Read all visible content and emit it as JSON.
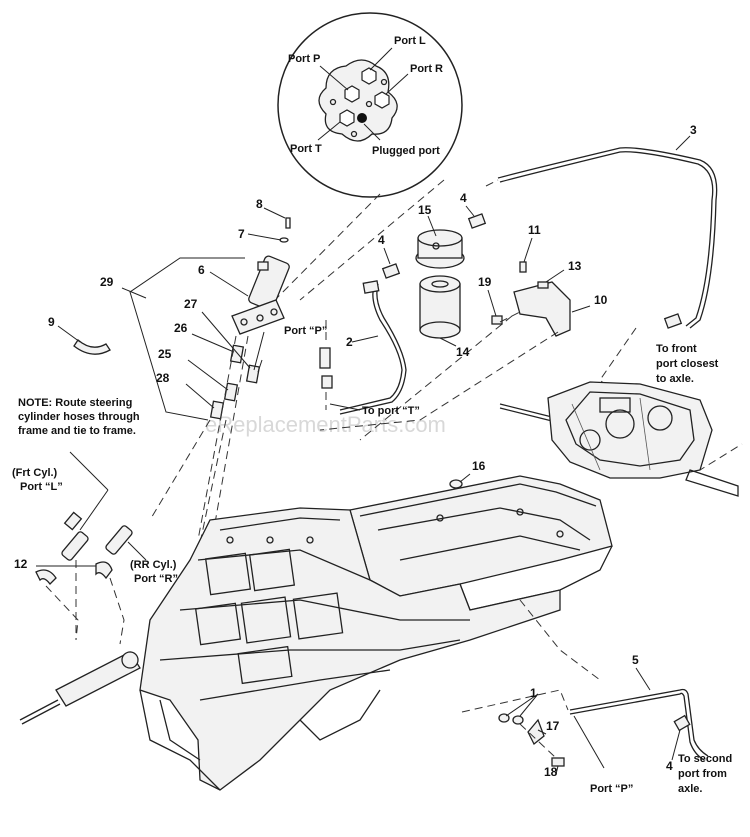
{
  "watermark": "eReplacementParts.com",
  "port_detail": {
    "port_p": "Port P",
    "port_l": "Port L",
    "port_r": "Port R",
    "port_t": "Port T",
    "plugged": "Plugged port"
  },
  "parts": {
    "p1": "1",
    "p2": "2",
    "p3": "3",
    "p4a": "4",
    "p4b": "4",
    "p4c": "4",
    "p5": "5",
    "p6": "6",
    "p7": "7",
    "p8": "8",
    "p9": "9",
    "p10": "10",
    "p11": "11",
    "p12": "12",
    "p13": "13",
    "p14": "14",
    "p15": "15",
    "p16": "16",
    "p17": "17",
    "p18": "18",
    "p19": "19",
    "p25": "25",
    "p26": "26",
    "p27": "27",
    "p28": "28",
    "p29": "29"
  },
  "callouts": {
    "port_p_upper": "Port “P”",
    "to_port_t": "To port “T”",
    "to_front_1": "To front",
    "to_front_2": "port closest",
    "to_front_3": "to axle.",
    "note_1": "NOTE: Route steering",
    "note_2": "cylinder hoses through",
    "note_3": "frame and tie to frame.",
    "frt_1": "(Frt Cyl.)",
    "frt_2": "Port “L”",
    "rr_1": "(RR  Cyl.)",
    "rr_2": "Port “R”",
    "port_p_lower": "Port “P”",
    "to_second_1": "To second",
    "to_second_2": "port from",
    "to_second_3": "axle."
  },
  "icons": [
    "steering-valve-icon",
    "oil-filter-icon",
    "transaxle-icon",
    "frame-icon"
  ]
}
